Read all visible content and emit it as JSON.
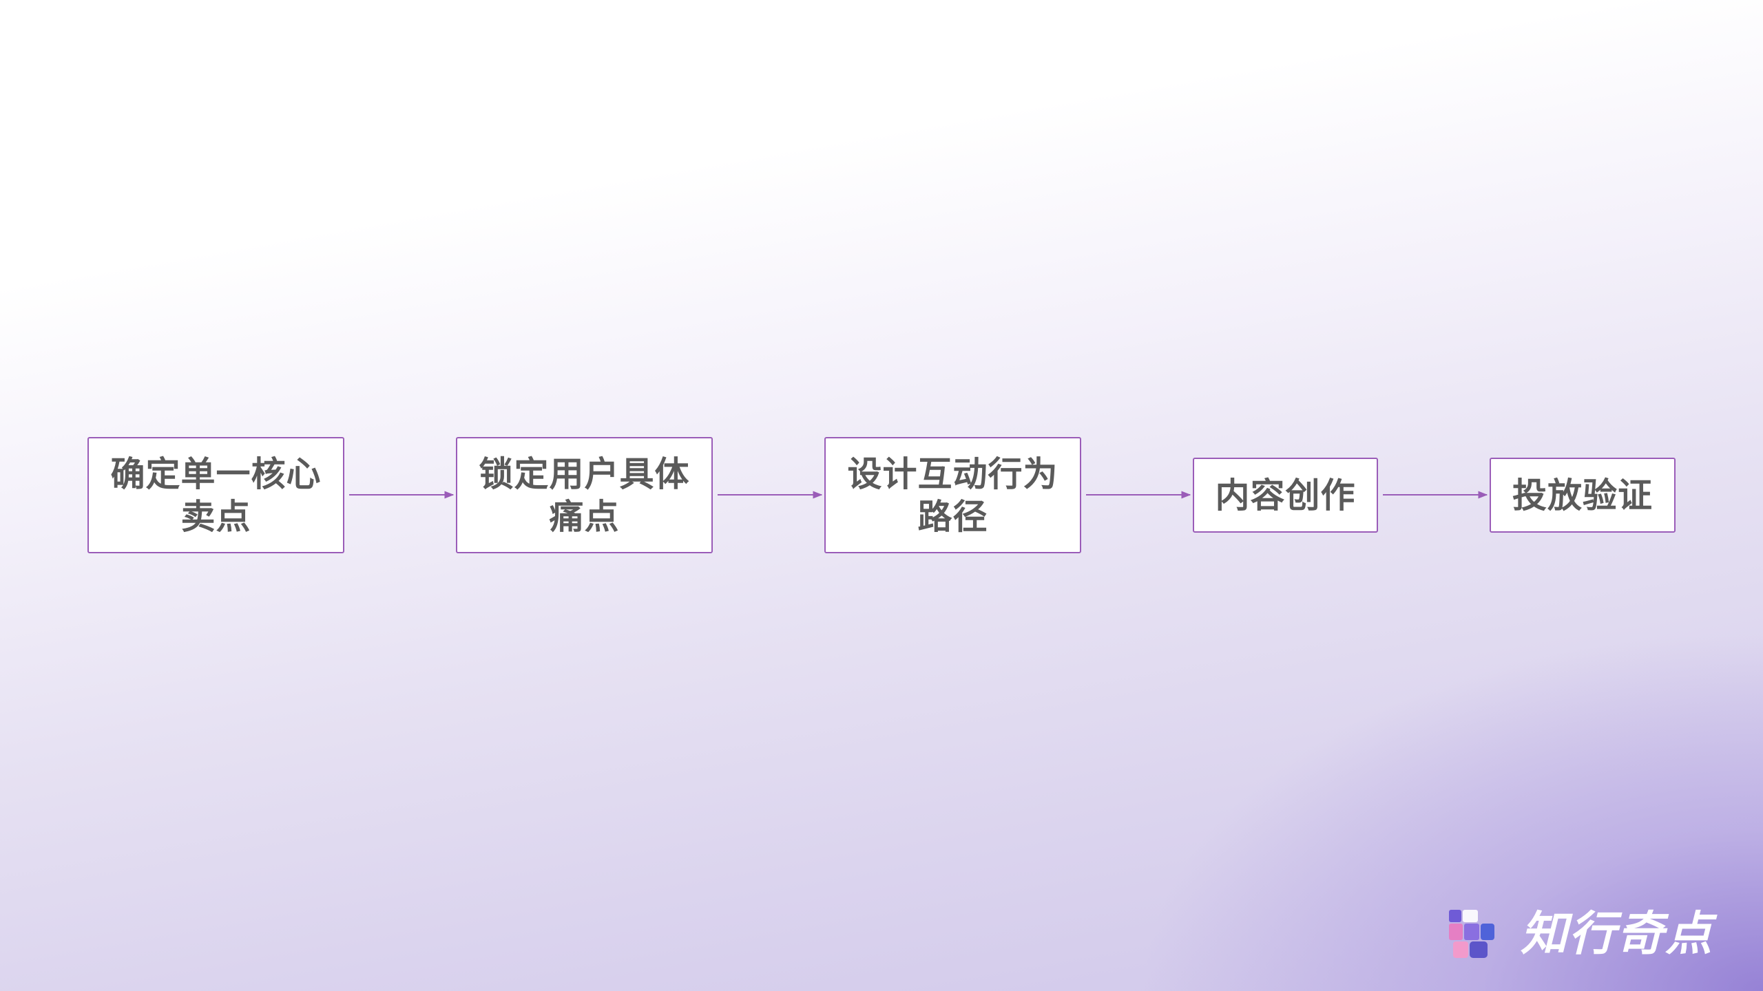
{
  "diagram": {
    "steps": [
      {
        "lines": [
          "确定单一核心",
          "卖点"
        ]
      },
      {
        "lines": [
          "锁定用户具体",
          "痛点"
        ]
      },
      {
        "lines": [
          "设计互动行为",
          "路径"
        ]
      },
      {
        "lines": [
          "内容创作"
        ]
      },
      {
        "lines": [
          "投放验证"
        ]
      }
    ],
    "colors": {
      "box_border": "#9a5cb8",
      "arrow": "#9a5cb8",
      "text": "#5a5a5a"
    }
  },
  "brand": {
    "name": "知行奇点",
    "icon": "brand-logo-icon"
  }
}
